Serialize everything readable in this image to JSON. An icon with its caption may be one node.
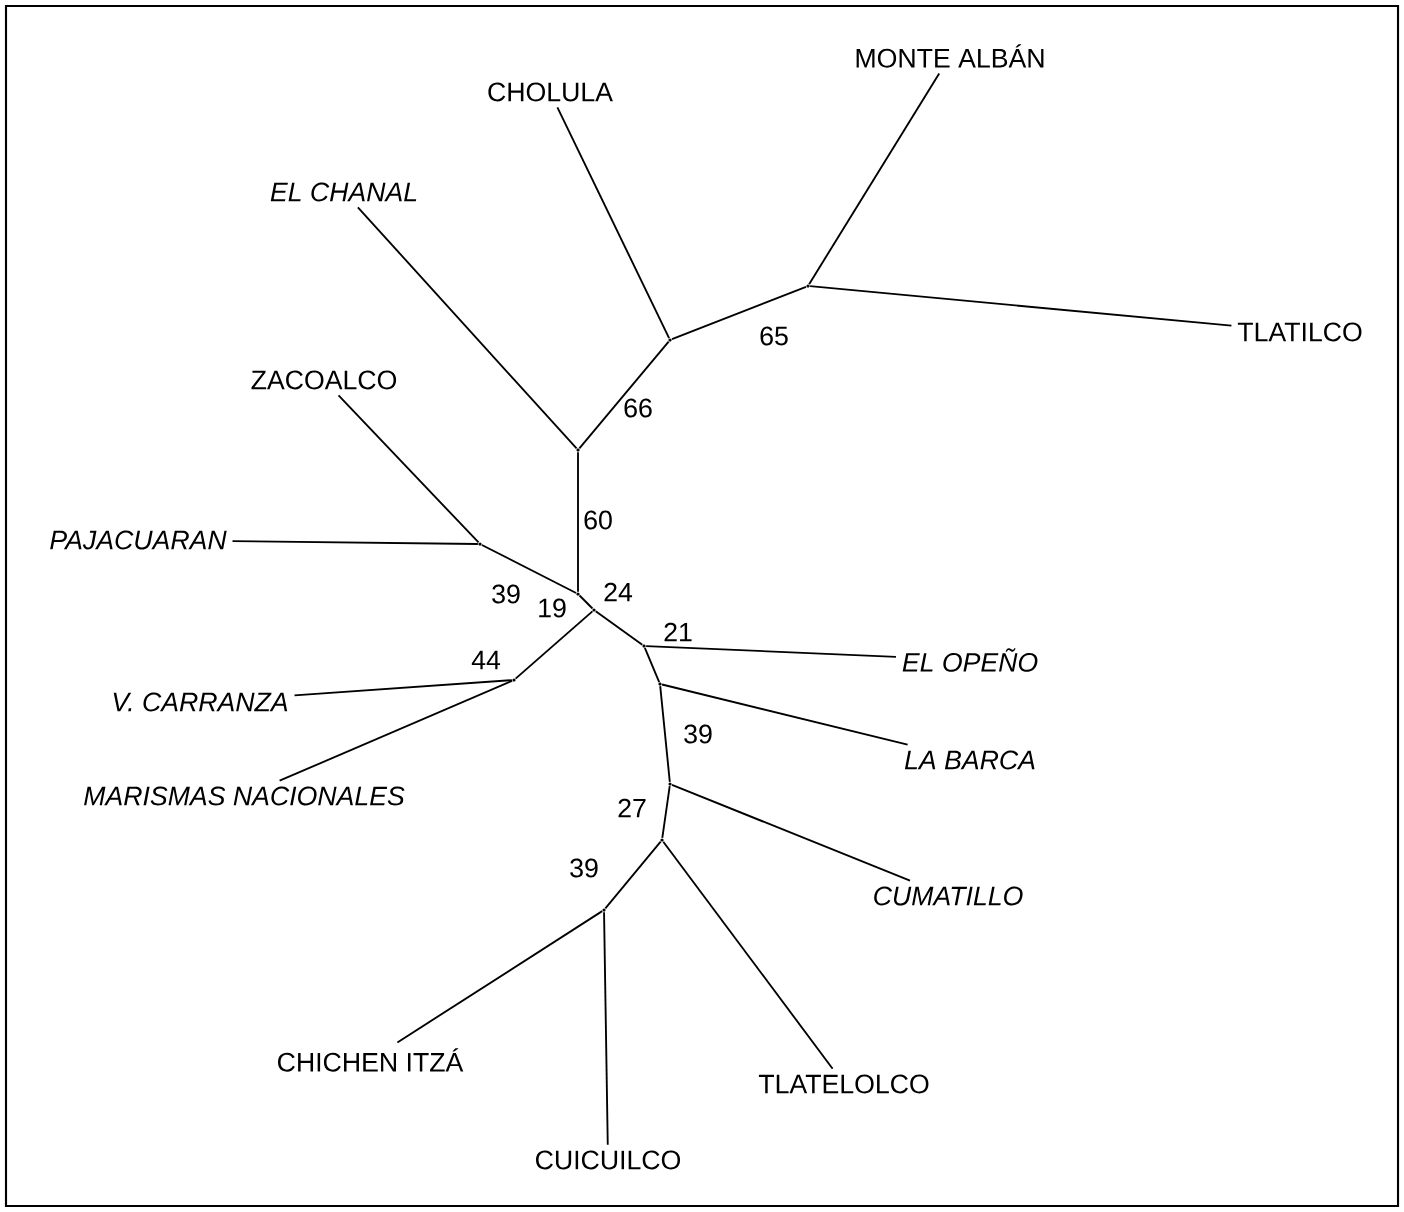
{
  "diagram": {
    "nodes": [
      {
        "text": [
          "MONTE ALBÁN"
        ]
      },
      {
        "text": [
          "CHOLULA"
        ]
      },
      {
        "text": [
          "EL CHANAL"
        ]
      },
      {
        "text": [
          "ZACOALCO"
        ]
      },
      {
        "text": [
          "PAJACUARAN"
        ]
      },
      {
        "text": [
          "V. CARRANZA"
        ]
      },
      {
        "text": [
          "MARISMAS NACIONALES"
        ]
      },
      {
        "text": [
          "EL OPEÑO"
        ]
      },
      {
        "text": [
          "LA BARCA"
        ]
      },
      {
        "text": [
          "CUMATILLO"
        ]
      },
      {
        "text": [
          "TLATELOLCO"
        ]
      },
      {
        "text": [
          "CHICHEN ITZÁ"
        ]
      },
      {
        "text": [
          "CUICUILCO"
        ]
      },
      {
        "text": [
          "TLATILCO"
        ]
      },
      {
        "text": [],
        "shape": "point"
      },
      {
        "text": [],
        "shape": "point"
      },
      {
        "text": [],
        "shape": "point"
      },
      {
        "text": [],
        "shape": "point"
      },
      {
        "text": [],
        "shape": "point"
      },
      {
        "text": [],
        "shape": "point"
      },
      {
        "text": [],
        "shape": "point"
      },
      {
        "text": [],
        "shape": "point"
      },
      {
        "text": [],
        "shape": "point"
      },
      {
        "text": [],
        "shape": "point"
      },
      {
        "text": [],
        "shape": "point"
      },
      {
        "text": [],
        "shape": "point"
      }
    ],
    "edges": [
      {
        "from": 14,
        "to": 0,
        "arrow": "none"
      },
      {
        "from": 14,
        "to": 13,
        "arrow": "none"
      },
      {
        "from": 15,
        "to": 14,
        "arrow": "none"
      },
      {
        "from": 15,
        "to": 1,
        "arrow": "none"
      },
      {
        "from": 16,
        "to": 15,
        "arrow": "none"
      },
      {
        "from": 16,
        "to": 2,
        "arrow": "none"
      },
      {
        "from": 17,
        "to": 16,
        "arrow": "none"
      },
      {
        "from": 17,
        "to": 18,
        "arrow": "none"
      },
      {
        "from": 18,
        "to": 3,
        "arrow": "none"
      },
      {
        "from": 18,
        "to": 4,
        "arrow": "none"
      },
      {
        "from": 17,
        "to": 19,
        "arrow": "none"
      },
      {
        "from": 19,
        "to": 20,
        "arrow": "none"
      },
      {
        "from": 20,
        "to": 5,
        "arrow": "none"
      },
      {
        "from": 20,
        "to": 6,
        "arrow": "none"
      },
      {
        "from": 19,
        "to": 21,
        "arrow": "none"
      },
      {
        "from": 21,
        "to": 7,
        "arrow": "none"
      },
      {
        "from": 21,
        "to": 22,
        "arrow": "none"
      },
      {
        "from": 22,
        "to": 8,
        "arrow": "none"
      },
      {
        "from": 22,
        "to": 23,
        "arrow": "none"
      },
      {
        "from": 23,
        "to": 9,
        "arrow": "none"
      },
      {
        "from": 23,
        "to": 24,
        "arrow": "none"
      },
      {
        "from": 24,
        "to": 10,
        "arrow": "none"
      },
      {
        "from": 24,
        "to": 25,
        "arrow": "none"
      },
      {
        "from": 25,
        "to": 11,
        "arrow": "none"
      },
      {
        "from": 25,
        "to": 12,
        "arrow": "none"
      }
    ],
    "labels": [
      "65",
      "66",
      "60",
      "39",
      "24",
      "19",
      "21",
      "44",
      "39",
      "27",
      "39"
    ]
  }
}
